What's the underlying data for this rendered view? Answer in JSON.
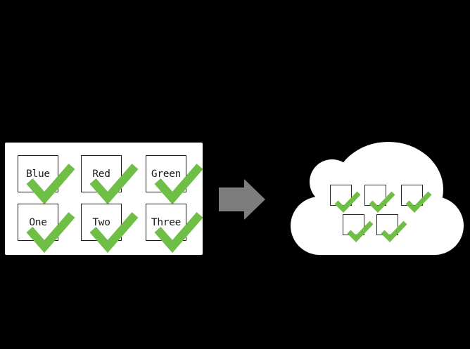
{
  "diagram": {
    "local_panel": {
      "items": [
        {
          "label": "Blue",
          "checked": true
        },
        {
          "label": "Red",
          "checked": true
        },
        {
          "label": "Green",
          "checked": true
        },
        {
          "label": "One",
          "checked": true
        },
        {
          "label": "Two",
          "checked": true
        },
        {
          "label": "Three",
          "checked": true
        }
      ]
    },
    "arrow": {
      "direction": "right"
    },
    "cloud": {
      "items": [
        {
          "checked": true
        },
        {
          "checked": true
        },
        {
          "checked": true
        },
        {
          "checked": true
        },
        {
          "checked": true
        }
      ]
    },
    "colors": {
      "background": "#000000",
      "panel": "#ffffff",
      "cloud": "#ffffff",
      "checkmark_green": "#6fbe45",
      "arrow_gray": "#7d7d7d",
      "box_border": "#1b1b1b",
      "label_text": "#1b1b1b"
    }
  }
}
